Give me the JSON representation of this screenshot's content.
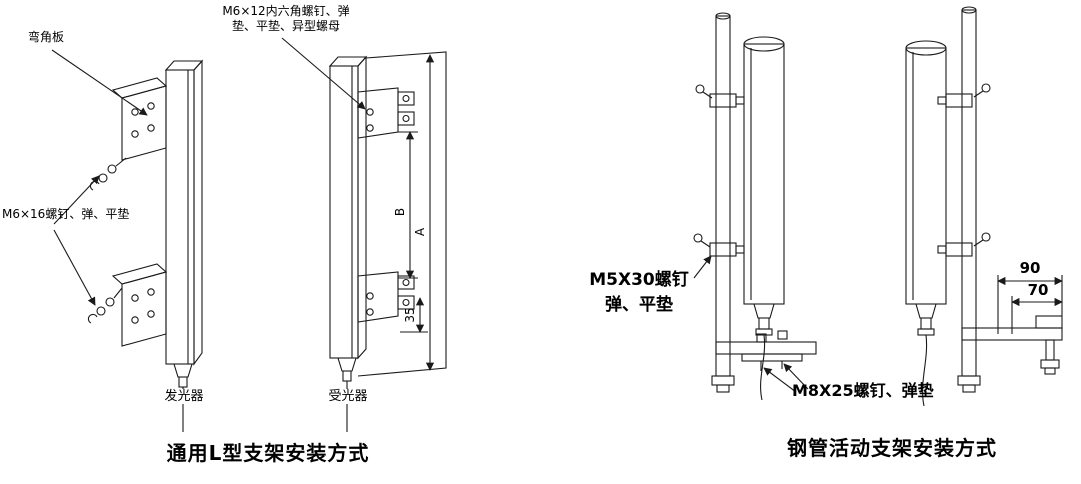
{
  "left": {
    "caption": "通用L型支架安装方式",
    "label_bent_plate": "弯角板",
    "label_m6x12_line1": "M6×12内六角螺钉、弹",
    "label_m6x12_line2": "垫、平垫、异型螺母",
    "label_m6x16": "M6×16螺钉、弹、平垫",
    "label_emitter": "发光器",
    "label_receiver": "受光器",
    "dim_B": "B",
    "dim_A": "A",
    "dim_35": "35"
  },
  "right": {
    "caption": "钢管活动支架安装方式",
    "label_m5x30_line1": "M5X30螺钉",
    "label_m5x30_line2": "弹、平垫",
    "label_m8x25": "M8X25螺钉、弹垫",
    "dim_90": "90",
    "dim_70": "70"
  },
  "colors": {
    "line": "#1a1a1a",
    "text": "#000000",
    "background": "#ffffff"
  }
}
